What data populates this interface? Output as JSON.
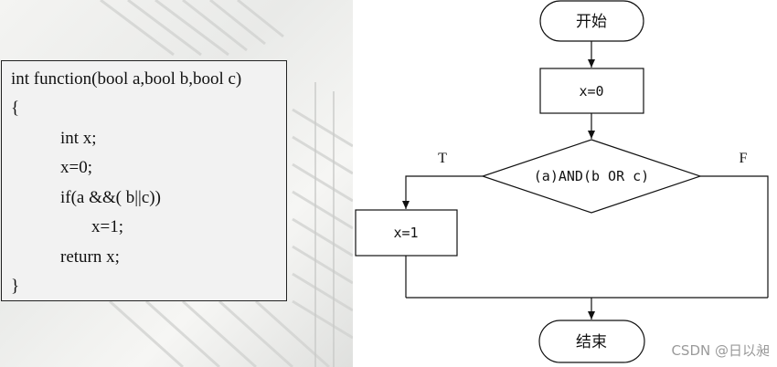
{
  "code": {
    "lines": [
      "int function(bool a,bool b,bool c)",
      "{",
      "int x;",
      "x=0;",
      "if(a &&( b||c))",
      "x=1;",
      "return x;",
      "}"
    ]
  },
  "flowchart": {
    "start_label": "开始",
    "init_label": "x=0",
    "condition_label": "(a)AND(b OR c)",
    "true_label": "T",
    "false_label": "F",
    "assign_label": "x=1",
    "end_label": "结束"
  },
  "watermark": "CSDN @日以昶"
}
